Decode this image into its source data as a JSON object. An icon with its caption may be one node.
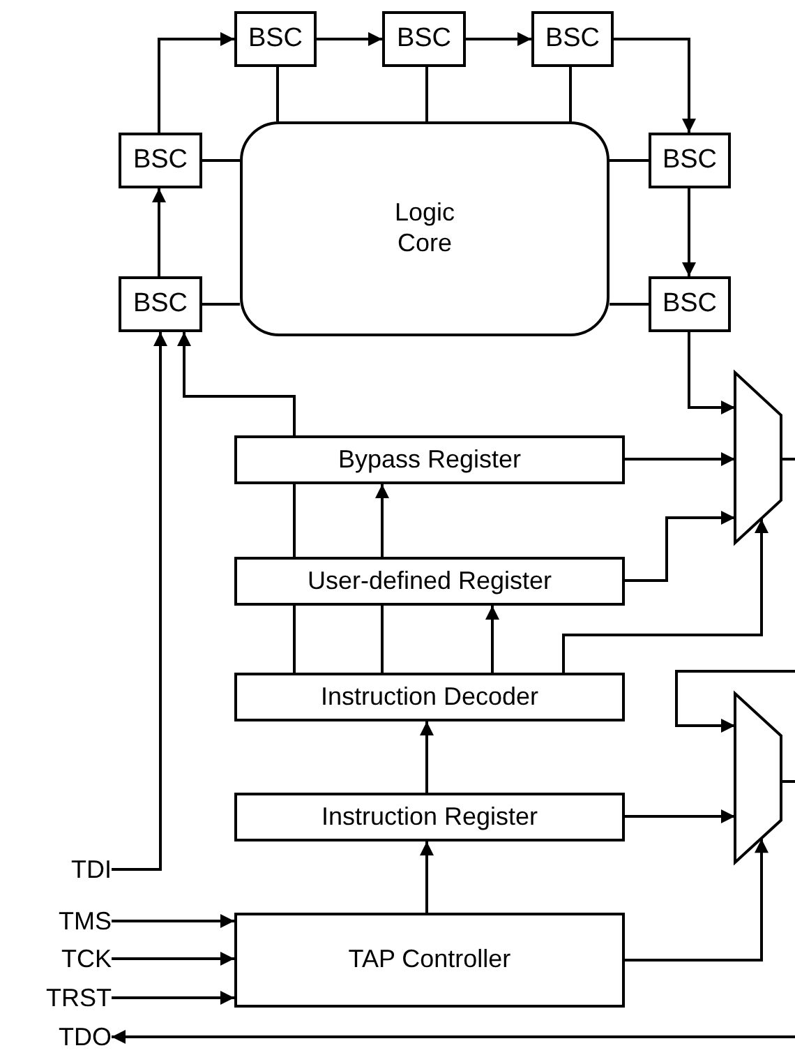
{
  "diagram": {
    "nodes": [
      {
        "text": [
          "BSC"
        ]
      },
      {
        "text": [
          "BSC"
        ]
      },
      {
        "text": [
          "BSC"
        ]
      },
      {
        "text": [
          "BSC"
        ]
      },
      {
        "text": [
          "BSC"
        ]
      },
      {
        "text": [
          "Logic Core"
        ]
      },
      {
        "text": [
          "BSC"
        ]
      },
      {
        "text": [
          "BSC"
        ]
      },
      {
        "text": [],
        "shape": "trapezoid"
      },
      {
        "text": [
          "Bypass Register"
        ]
      },
      {
        "text": [
          "User-defined Register"
        ]
      },
      {
        "text": [
          "Instruction Decoder"
        ]
      },
      {
        "text": [],
        "shape": "trapezoid"
      },
      {
        "text": [
          "Instruction Register"
        ]
      },
      {
        "text": [
          "TDI"
        ]
      },
      {
        "text": [
          "TMS"
        ]
      },
      {
        "text": [
          "TCK"
        ]
      },
      {
        "text": [
          "TRST"
        ]
      },
      {
        "text": [
          "TAP Controller"
        ]
      },
      {
        "text": [
          "TDO"
        ]
      }
    ],
    "edges": [
      {
        "from": 6,
        "to": 3,
        "arrow": "to"
      },
      {
        "from": 3,
        "to": 0,
        "arrow": "to"
      },
      {
        "from": 0,
        "to": 1,
        "arrow": "to"
      },
      {
        "from": 1,
        "to": 2,
        "arrow": "to"
      },
      {
        "from": 2,
        "to": 4,
        "arrow": "to"
      },
      {
        "from": 4,
        "to": 7,
        "arrow": "to"
      },
      {
        "from": 7,
        "to": 8,
        "arrow": "to"
      },
      {
        "from": 0,
        "to": 5,
        "arrow": "none"
      },
      {
        "from": 1,
        "to": 5,
        "arrow": "none"
      },
      {
        "from": 2,
        "to": 5,
        "arrow": "none"
      },
      {
        "from": 3,
        "to": 5,
        "arrow": "none"
      },
      {
        "from": 6,
        "to": 5,
        "arrow": "none"
      },
      {
        "from": 4,
        "to": 5,
        "arrow": "none"
      },
      {
        "from": 7,
        "to": 5,
        "arrow": "none"
      },
      {
        "from": 14,
        "to": 6,
        "arrow": "to"
      },
      {
        "from": 9,
        "to": 6,
        "arrow": "to"
      },
      {
        "from": 10,
        "to": 9,
        "arrow": "none"
      },
      {
        "from": 10,
        "to": 9,
        "arrow": "to"
      },
      {
        "from": 11,
        "to": 10,
        "arrow": "none"
      },
      {
        "from": 11,
        "to": 10,
        "arrow": "none"
      },
      {
        "from": 11,
        "to": 10,
        "arrow": "to"
      },
      {
        "from": 11,
        "to": 8,
        "arrow": "to"
      },
      {
        "from": 9,
        "to": 8,
        "arrow": "to"
      },
      {
        "from": 10,
        "to": 8,
        "arrow": "to"
      },
      {
        "from": 8,
        "to": null,
        "arrow": "none"
      },
      {
        "from": null,
        "to": 12,
        "arrow": "to"
      },
      {
        "from": 13,
        "to": 12,
        "arrow": "to"
      },
      {
        "from": 13,
        "to": 11,
        "arrow": "to"
      },
      {
        "from": 18,
        "to": 13,
        "arrow": "to"
      },
      {
        "from": 18,
        "to": 12,
        "arrow": "to"
      },
      {
        "from": 15,
        "to": 18,
        "arrow": "to"
      },
      {
        "from": 16,
        "to": 18,
        "arrow": "to"
      },
      {
        "from": 17,
        "to": 18,
        "arrow": "to"
      },
      {
        "from": 12,
        "to": null,
        "arrow": "none"
      },
      {
        "from": null,
        "to": 19,
        "arrow": "to"
      }
    ]
  }
}
